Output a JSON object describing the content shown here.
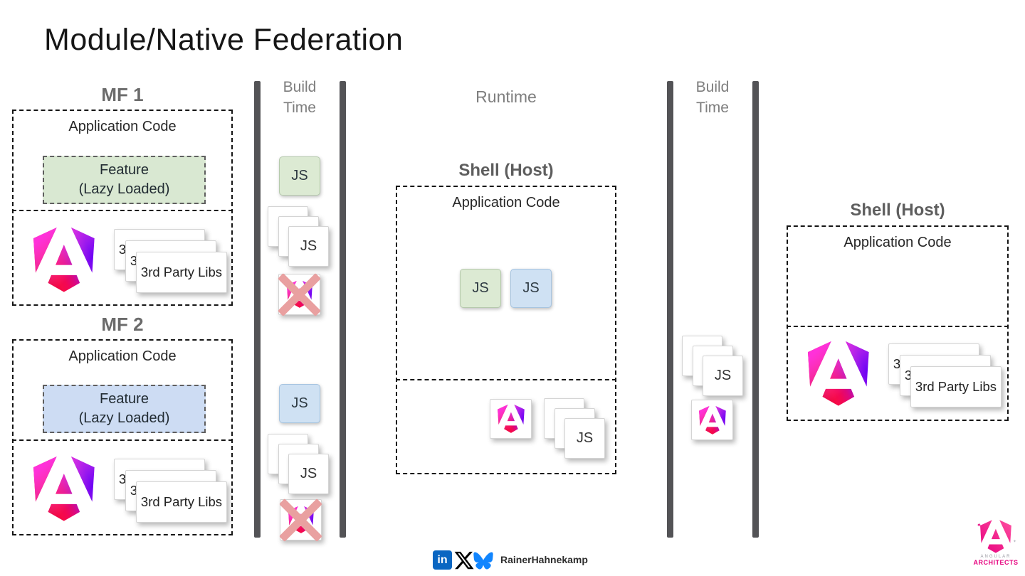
{
  "title": "Module/Native Federation",
  "timeline": {
    "build_time_left": "Build Time",
    "runtime": "Runtime",
    "build_time_right": "Build Time"
  },
  "sections": {
    "mf1": {
      "label": "MF 1",
      "app_code": "Application Code",
      "feature_line1": "Feature",
      "feature_line2": "(Lazy Loaded)",
      "third_party": "3rd Party Libs"
    },
    "mf2": {
      "label": "MF 2",
      "app_code": "Application Code",
      "feature_line1": "Feature",
      "feature_line2": "(Lazy Loaded)",
      "third_party": "3rd Party Libs"
    },
    "shell_runtime": {
      "label": "Shell (Host)",
      "app_code": "Application Code"
    },
    "shell_build": {
      "label": "Shell (Host)",
      "app_code": "Application Code",
      "third_party": "3rd Party Libs"
    }
  },
  "badges": {
    "js": "JS"
  },
  "footer": {
    "linkedin_abbrev": "in",
    "handle": "RainerHahnekamp"
  },
  "brand": {
    "top": "ANGULAR",
    "bottom": "ARCHITECTS"
  },
  "colors": {
    "bundle_green": "#dcead3",
    "bundle_blue": "#cfe1f3",
    "feature_green": "#d9e8d2",
    "feature_blue": "#cddcf3",
    "timeline_bar": "#535356",
    "cross_red": "#e9a0a0",
    "linkedin_blue": "#0a66c2",
    "bluesky_blue": "#1185fe",
    "x_black": "#000000",
    "brand_pink": "#e6007e"
  }
}
